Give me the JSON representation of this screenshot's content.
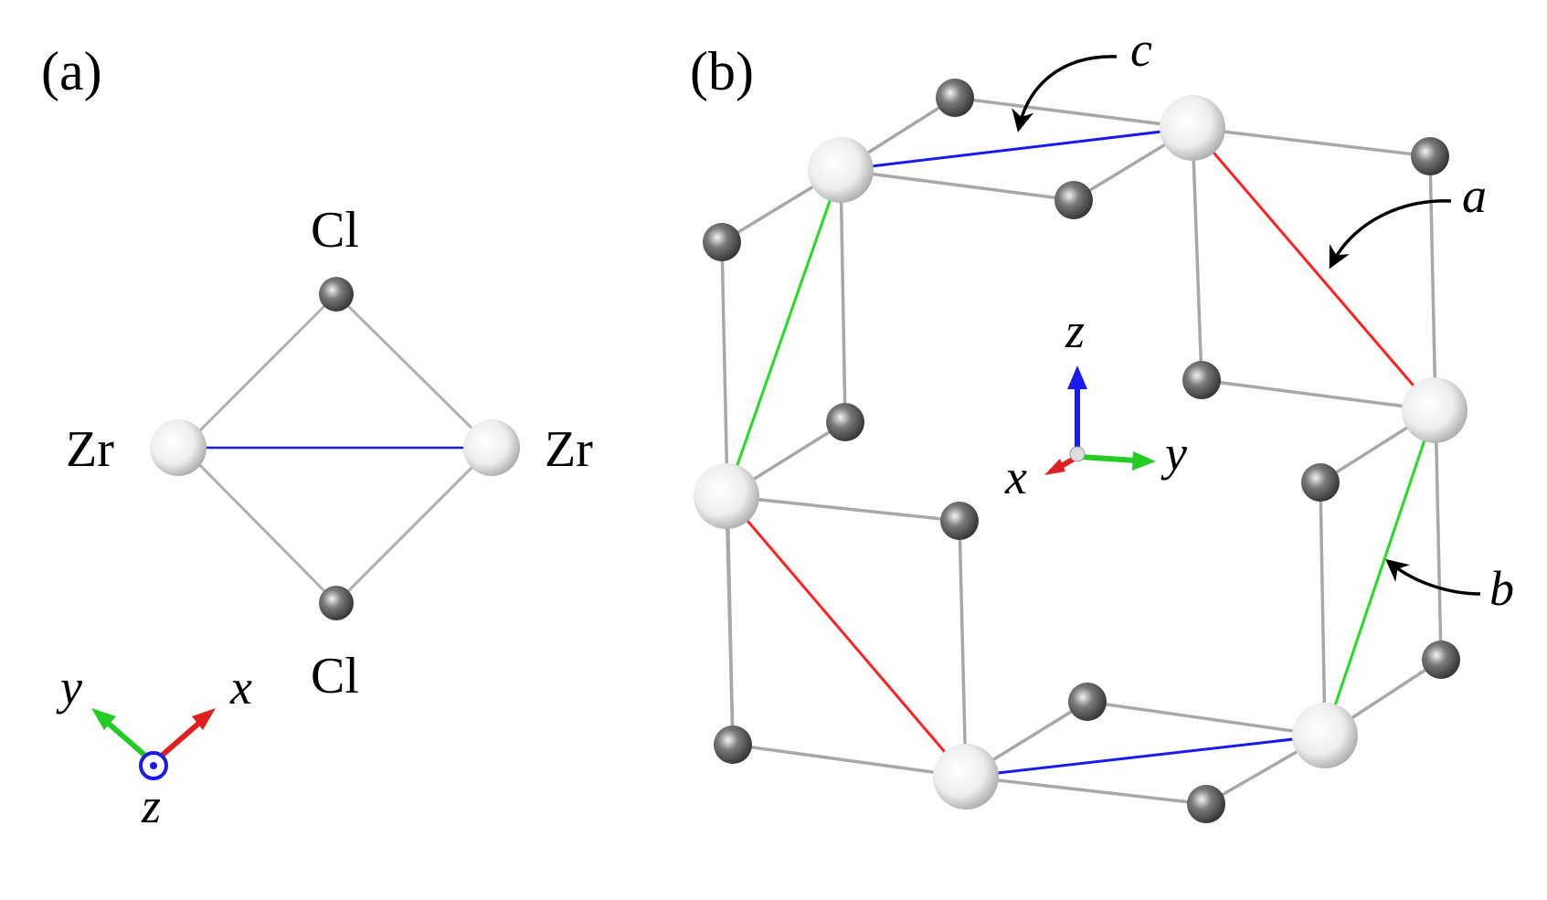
{
  "panel_a": {
    "label": "(a)",
    "atoms": {
      "top": "Cl",
      "bottom": "Cl",
      "left": "Zr",
      "right": "Zr"
    },
    "axes": {
      "x": "x",
      "y": "y",
      "z": "z"
    }
  },
  "panel_b": {
    "label": "(b)",
    "vectors": {
      "a": "a",
      "b": "b",
      "c": "c"
    },
    "axes": {
      "x": "x",
      "y": "y",
      "z": "z"
    }
  },
  "colors": {
    "a_vector": "#ff2020",
    "b_vector": "#22dd22",
    "c_vector": "#1a1aee",
    "axis_x": "#e02020",
    "axis_y": "#22cc22",
    "axis_z": "#1a1aee",
    "zr_atom": "#f2f2f2",
    "cl_atom": "#555555",
    "bond": "#a8a8a8"
  }
}
